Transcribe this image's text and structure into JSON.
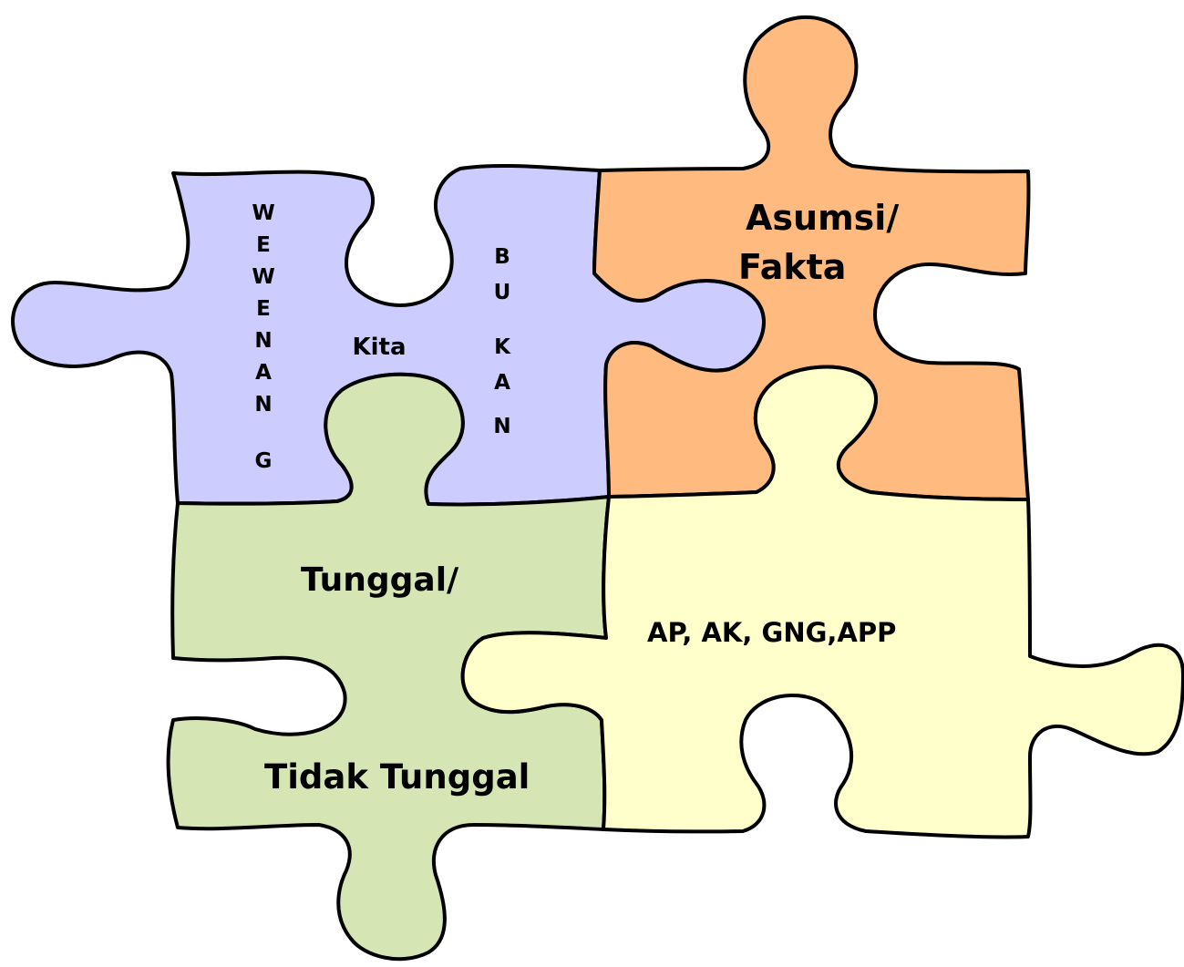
{
  "pieces": {
    "wewenang": {
      "fill": "#ccccff",
      "vertical_left": [
        "W",
        "E",
        "W",
        "E",
        "N",
        "A",
        "N",
        "G"
      ],
      "center": "Kita",
      "vertical_right": [
        "B",
        "U",
        "K",
        "A",
        "N"
      ]
    },
    "asumsi": {
      "fill": "#ffbb7f",
      "line1": "Asumsi/",
      "line2": "Fakta"
    },
    "tunggal": {
      "fill": "#d6e5b4",
      "line1": "Tunggal/",
      "line2": "Tidak Tunggal"
    },
    "ap": {
      "fill": "#ffffcc",
      "label": "AP, AK, GNG,APP"
    }
  }
}
